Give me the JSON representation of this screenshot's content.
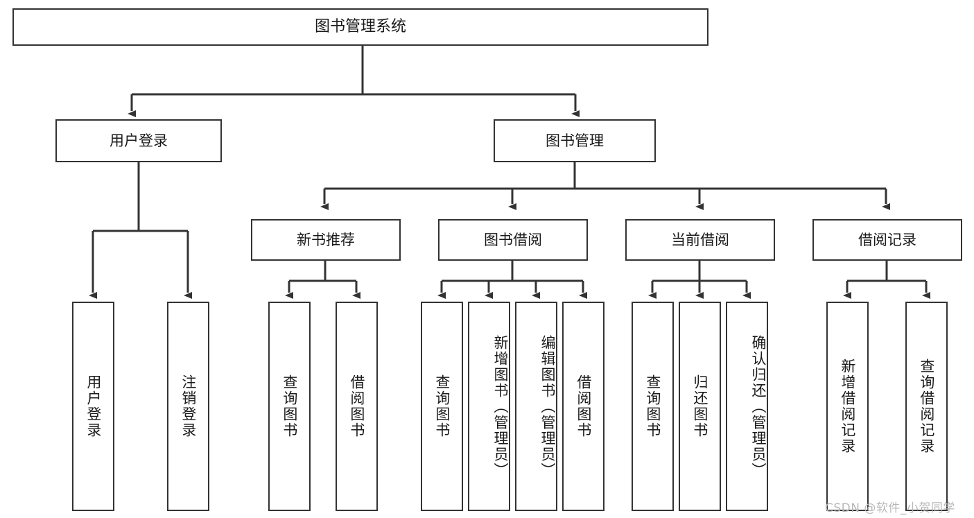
{
  "diagram": {
    "title": "图书管理系统",
    "type": "tree-hierarchy",
    "colors": {
      "border": "#333333",
      "text": "#1a1a1a",
      "background": "#ffffff",
      "connector": "#333333",
      "watermark": "#b8b8b8"
    },
    "root": {
      "label": "图书管理系统"
    },
    "level2": {
      "user_login": "用户登录",
      "book_manage": "图书管理"
    },
    "level3": {
      "new_book_rec": "新书推荐",
      "book_borrow": "图书借阅",
      "current_borrow": "当前借阅",
      "borrow_record": "借阅记录"
    },
    "leaves": {
      "user_login_children": [
        "用户登录",
        "注销登录"
      ],
      "new_book_rec_children": [
        "查询图书",
        "借阅图书"
      ],
      "book_borrow_children": [
        "查询图书",
        "新增图书（管理员）",
        "编辑图书（管理员）",
        "借阅图书"
      ],
      "current_borrow_children": [
        "查询图书",
        "归还图书",
        "确认归还（管理员）"
      ],
      "borrow_record_children": [
        "新增借阅记录",
        "查询借阅记录"
      ]
    }
  },
  "watermark": {
    "text": "CSDN @软件_小贺同学"
  }
}
